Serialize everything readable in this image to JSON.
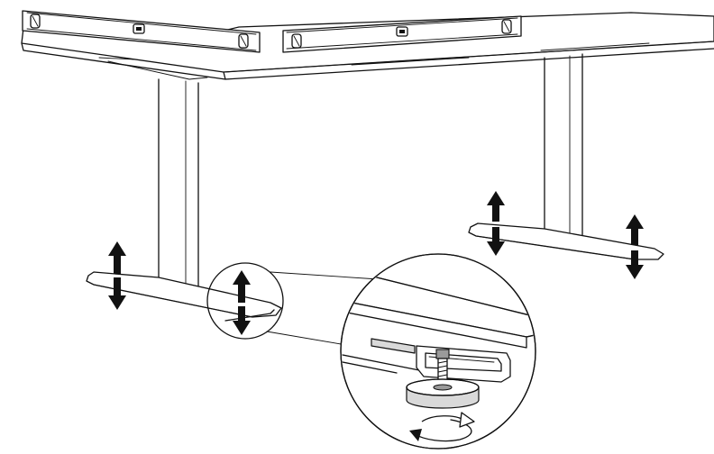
{
  "figure": {
    "elements": [
      {
        "id": "desktop",
        "kind": "table-top"
      },
      {
        "id": "spirit-level-left",
        "kind": "spirit-level"
      },
      {
        "id": "spirit-level-right",
        "kind": "spirit-level"
      },
      {
        "id": "leg-left",
        "kind": "frame-leg"
      },
      {
        "id": "leg-right",
        "kind": "frame-leg"
      },
      {
        "id": "foot-left",
        "kind": "foot-bar"
      },
      {
        "id": "foot-right",
        "kind": "foot-bar"
      },
      {
        "id": "adjust-arrow",
        "kind": "double-arrow-vertical",
        "count": 4
      },
      {
        "id": "detail-circle-small",
        "kind": "callout"
      },
      {
        "id": "detail-circle-large",
        "kind": "magnified-view"
      },
      {
        "id": "leveling-glide",
        "kind": "adjustable-foot"
      },
      {
        "id": "rotate-arrow",
        "kind": "rotation-indicator"
      }
    ],
    "colors": {
      "line": "#111111",
      "background": "#ffffff",
      "shade": "#d9d9d9"
    }
  }
}
